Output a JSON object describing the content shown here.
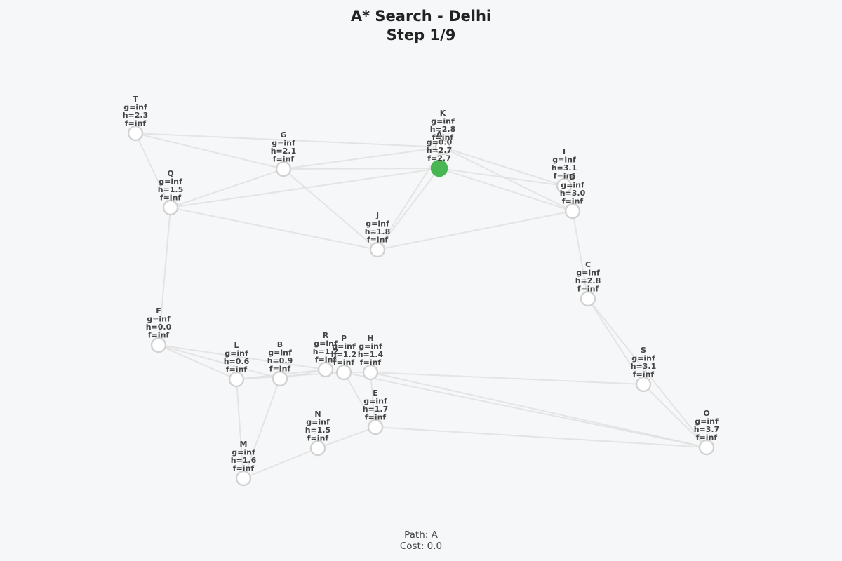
{
  "title": {
    "line1": "A* Search - Delhi",
    "line2": "Step 1/9"
  },
  "footer": {
    "path": "Path: A",
    "cost": "Cost: 0.0"
  },
  "colors": {
    "start_node": "#47b653",
    "node_border": "#d2d2d2",
    "edge": "#e0e0e0"
  },
  "graph": {
    "start": "A",
    "nodes": [
      {
        "id": "A",
        "g": "0.0",
        "h": "2.7",
        "f": "2.7"
      },
      {
        "id": "B",
        "g": "inf",
        "h": "0.9",
        "f": "inf"
      },
      {
        "id": "C",
        "g": "inf",
        "h": "2.8",
        "f": "inf"
      },
      {
        "id": "D",
        "g": "inf",
        "h": "3.0",
        "f": "inf"
      },
      {
        "id": "E",
        "g": "inf",
        "h": "1.7",
        "f": "inf"
      },
      {
        "id": "F",
        "g": "inf",
        "h": "0.0",
        "f": "inf"
      },
      {
        "id": "G",
        "g": "inf",
        "h": "2.1",
        "f": "inf"
      },
      {
        "id": "H",
        "g": "inf",
        "h": "1.4",
        "f": "inf"
      },
      {
        "id": "I",
        "g": "inf",
        "h": "3.1",
        "f": "inf"
      },
      {
        "id": "J",
        "g": "inf",
        "h": "1.8",
        "f": "inf"
      },
      {
        "id": "K",
        "g": "inf",
        "h": "2.8",
        "f": "inf"
      },
      {
        "id": "L",
        "g": "inf",
        "h": "0.6",
        "f": "inf"
      },
      {
        "id": "M",
        "g": "inf",
        "h": "1.6",
        "f": "inf"
      },
      {
        "id": "N",
        "g": "inf",
        "h": "1.5",
        "f": "inf"
      },
      {
        "id": "O",
        "g": "inf",
        "h": "3.7",
        "f": "inf"
      },
      {
        "id": "P",
        "g": "inf",
        "h": "1.2",
        "f": "inf"
      },
      {
        "id": "Q",
        "g": "inf",
        "h": "1.5",
        "f": "inf"
      },
      {
        "id": "R",
        "g": "inf",
        "h": "1.2",
        "f": "inf"
      },
      {
        "id": "S",
        "g": "inf",
        "h": "3.1",
        "f": "inf"
      },
      {
        "id": "T",
        "g": "inf",
        "h": "2.3",
        "f": "inf"
      }
    ],
    "edges": [
      [
        "T",
        "G"
      ],
      [
        "T",
        "K"
      ],
      [
        "T",
        "Q"
      ],
      [
        "G",
        "K"
      ],
      [
        "G",
        "A"
      ],
      [
        "G",
        "Q"
      ],
      [
        "G",
        "J"
      ],
      [
        "Q",
        "A"
      ],
      [
        "Q",
        "J"
      ],
      [
        "Q",
        "F"
      ],
      [
        "K",
        "A"
      ],
      [
        "K",
        "I"
      ],
      [
        "K",
        "D"
      ],
      [
        "K",
        "J"
      ],
      [
        "A",
        "J"
      ],
      [
        "A",
        "I"
      ],
      [
        "A",
        "D"
      ],
      [
        "J",
        "D"
      ],
      [
        "D",
        "C"
      ],
      [
        "C",
        "S"
      ],
      [
        "C",
        "O"
      ],
      [
        "F",
        "L"
      ],
      [
        "F",
        "R"
      ],
      [
        "F",
        "B"
      ],
      [
        "L",
        "R"
      ],
      [
        "L",
        "P"
      ],
      [
        "L",
        "M"
      ],
      [
        "B",
        "M"
      ],
      [
        "B",
        "R"
      ],
      [
        "P",
        "H"
      ],
      [
        "P",
        "E"
      ],
      [
        "P",
        "O"
      ],
      [
        "H",
        "E"
      ],
      [
        "H",
        "S"
      ],
      [
        "H",
        "O"
      ],
      [
        "E",
        "N"
      ],
      [
        "E",
        "O"
      ],
      [
        "N",
        "M"
      ],
      [
        "S",
        "O"
      ]
    ]
  }
}
